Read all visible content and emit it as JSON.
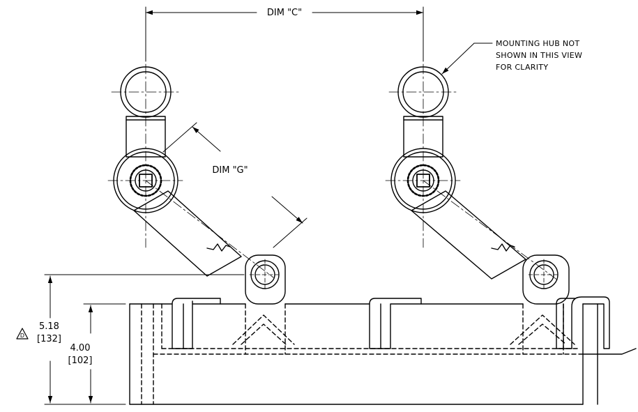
{
  "labels": {
    "dim_c": "DIM \"C\"",
    "dim_g": "DIM \"G\"",
    "note_lines": [
      "MOUNTING HUB NOT",
      "SHOWN IN THIS VIEW",
      "FOR CLARITY"
    ],
    "revision_marker": "D",
    "dim_total_metric": "5.18",
    "dim_total_imperial": "[132]",
    "dim_base_metric": "4.00",
    "dim_base_imperial": "[102]"
  }
}
